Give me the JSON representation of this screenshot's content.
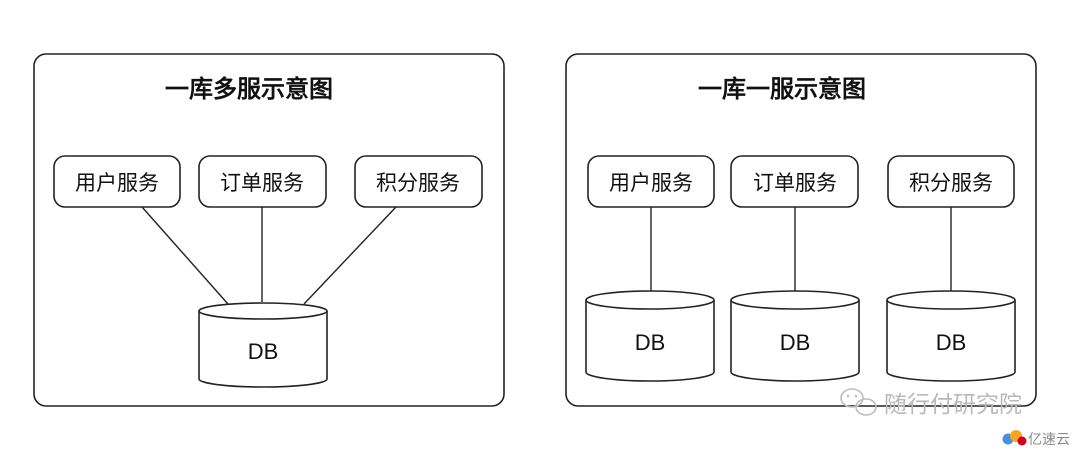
{
  "panels": [
    {
      "title": "一库多服示意图",
      "services": [
        "用户服务",
        "订单服务",
        "积分服务"
      ],
      "databases": [
        "DB"
      ]
    },
    {
      "title": "一库一服示意图",
      "services": [
        "用户服务",
        "订单服务",
        "积分服务"
      ],
      "databases": [
        "DB",
        "DB",
        "DB"
      ]
    }
  ],
  "watermark": {
    "text": "随行付研究院",
    "icon": "wechat-icon"
  },
  "logo": {
    "text": "亿速云",
    "icon": "cloud-logo-icon"
  },
  "colors": {
    "stroke": "#222222",
    "watermark": "#b9b9b9"
  }
}
